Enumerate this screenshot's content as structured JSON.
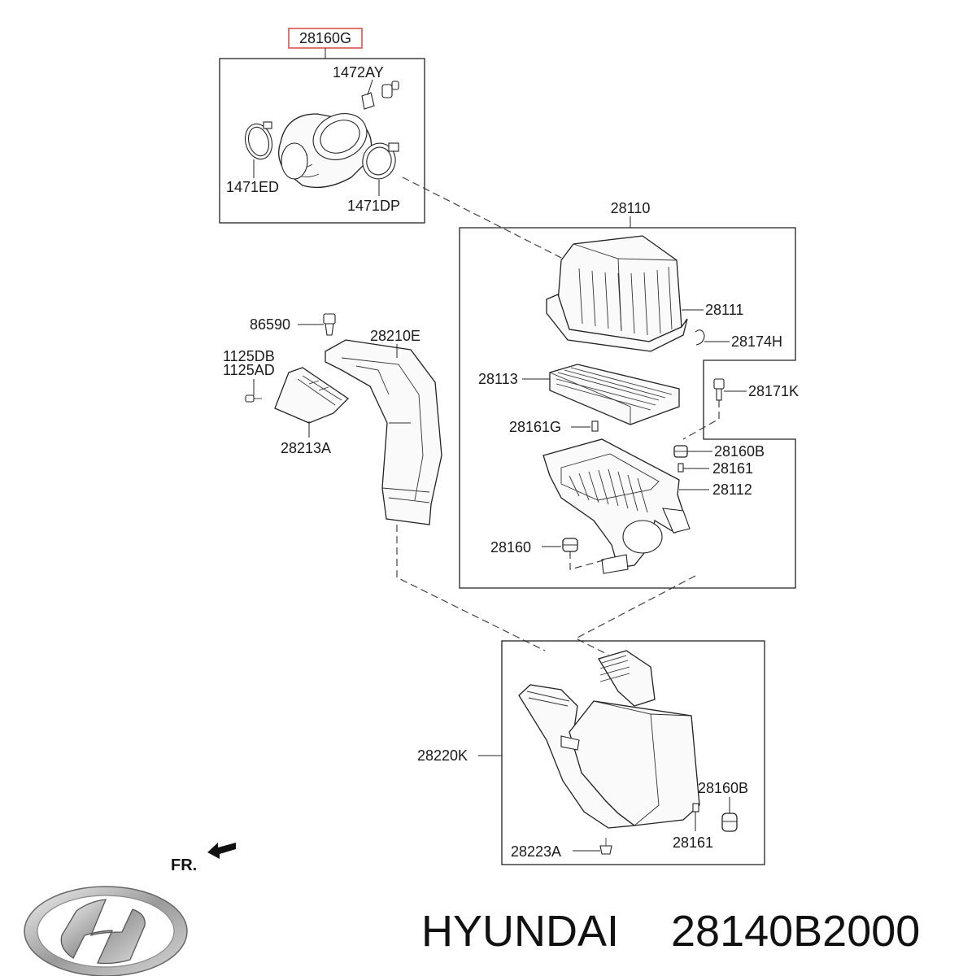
{
  "diagram": {
    "highlighted_part": "28160G",
    "parts": {
      "p1472AY": "1472AY",
      "p1471ED": "1471ED",
      "p1471DP": "1471DP",
      "p28110": "28110",
      "p28111": "28111",
      "p28174H": "28174H",
      "p28113": "28113",
      "p28171K": "28171K",
      "p28161G": "28161G",
      "p28160B_top": "28160B",
      "p28161_top": "28161",
      "p28112": "28112",
      "p28160": "28160",
      "p86590": "86590",
      "p28210E": "28210E",
      "p1125DB": "1125DB",
      "p1125AD": "1125AD",
      "p28213A": "28213A",
      "p28220K": "28220K",
      "p28160B_bottom": "28160B",
      "p28161_bottom": "28161",
      "p28223A": "28223A"
    },
    "front_indicator": "FR.",
    "highlight_color": "#d9534f"
  },
  "footer": {
    "brand": "HYUNDAI",
    "part_number": "28140B2000",
    "logo_icon": "hyundai-logo-icon"
  }
}
